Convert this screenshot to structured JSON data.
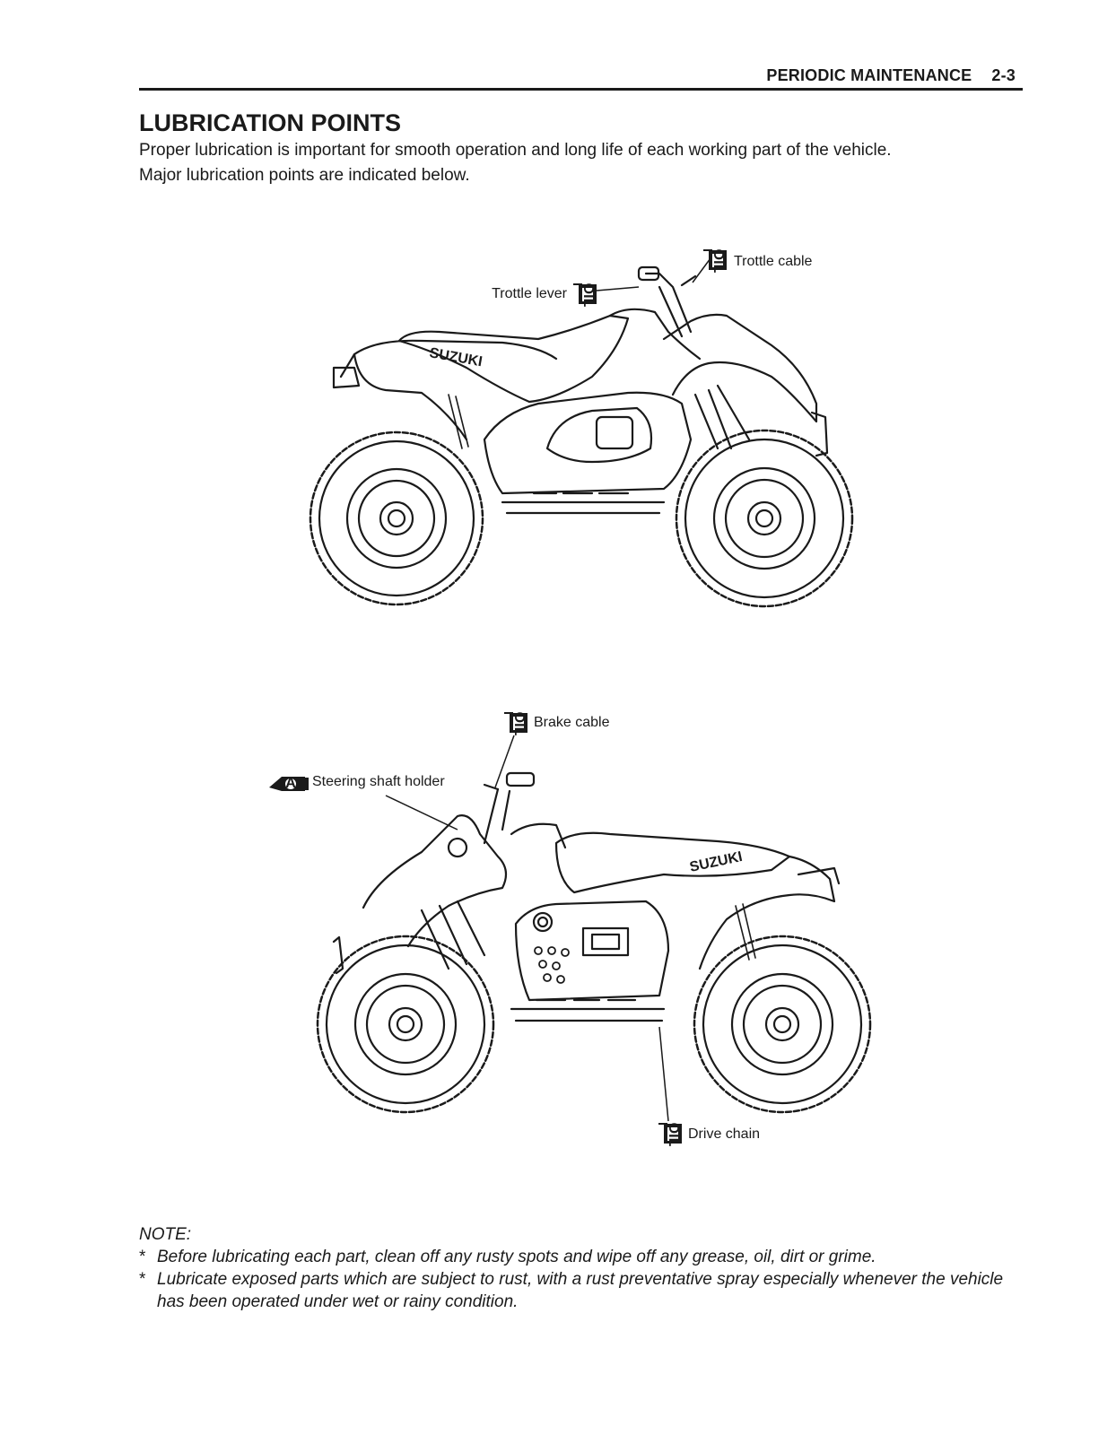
{
  "header": {
    "section": "PERIODIC MAINTENANCE",
    "page": "2-3"
  },
  "title": "LUBRICATION POINTS",
  "intro": {
    "line1": "Proper lubrication is important for smooth operation and long life of each working part of the vehicle.",
    "line2": "Major lubrication points are indicated below."
  },
  "figure1": {
    "labels": {
      "throttle_cable": "Trottle cable",
      "throttle_lever": "Trottle lever",
      "brand": "SUZUKI"
    },
    "icons": [
      "oil-can-icon",
      "oil-can-icon"
    ]
  },
  "figure2": {
    "labels": {
      "brake_cable": "Brake cable",
      "steering_shaft_holder": "Steering shaft holder",
      "drive_chain": "Drive chain",
      "brand": "SUZUKI"
    },
    "icons": [
      "oil-can-icon",
      "grease-gun-icon",
      "oil-can-icon"
    ]
  },
  "icon_text": {
    "oil": "OIL",
    "grease": "A"
  },
  "note": {
    "heading": "NOTE:",
    "bullet": "*",
    "items": [
      "Before lubricating each part, clean off any rusty spots and wipe off any grease, oil, dirt or grime.",
      "Lubricate exposed parts which are subject to rust, with a rust preventative spray especially whenever the vehicle has been operated under wet or rainy condition."
    ]
  }
}
